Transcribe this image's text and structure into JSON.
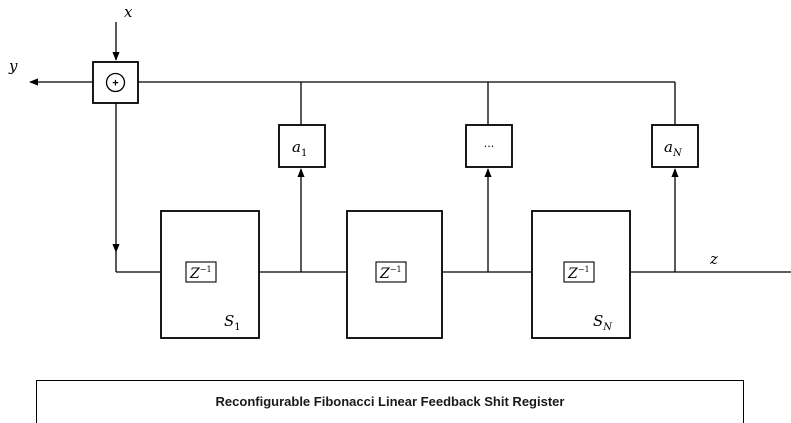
{
  "diagram": {
    "signals": {
      "input": "x",
      "output": "y",
      "stream": "z"
    },
    "adder_symbol": "+",
    "delay_label": "Z",
    "delay_exponent": "−1",
    "coefficients": [
      {
        "base": "a",
        "sub": "1"
      },
      {
        "text": "···"
      },
      {
        "base": "a",
        "sub": "N"
      }
    ],
    "stages": [
      {
        "base": "S",
        "sub": "1"
      },
      {
        "base": "",
        "sub": ""
      },
      {
        "base": "S",
        "sub": "N"
      }
    ]
  },
  "caption": {
    "title": "Reconfigurable Fibonacci Linear Feedback Shit Register"
  }
}
